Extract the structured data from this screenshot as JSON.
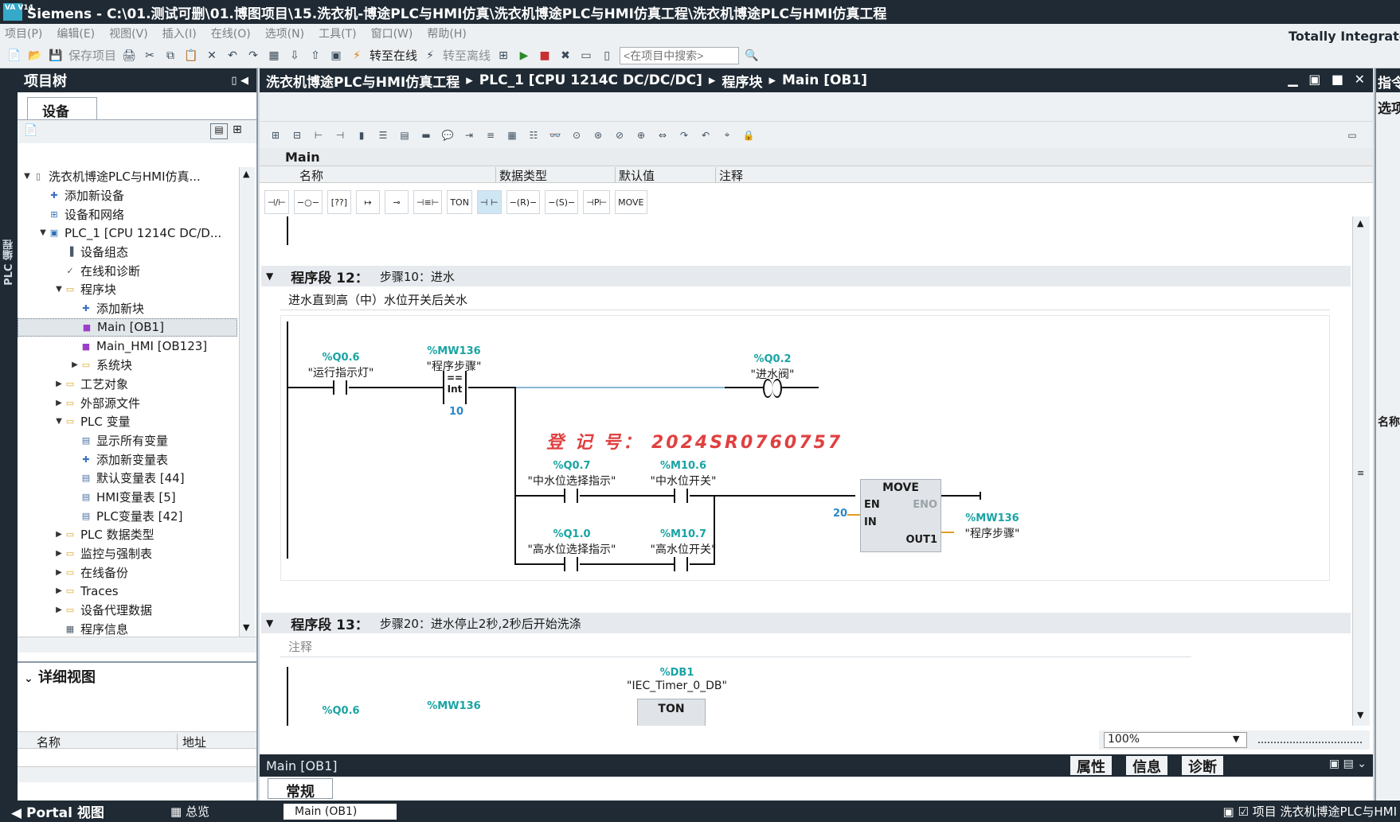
{
  "titlebar": {
    "logo": "VA V14",
    "title": "Siemens  -  C:\\01.测试可删\\01.博图项目\\15.洗衣机-博途PLC与HMI仿真\\洗衣机博途PLC与HMI仿真工程\\洗衣机博途PLC与HMI仿真工程"
  },
  "menu": [
    "项目(P)",
    "编辑(E)",
    "视图(V)",
    "插入(I)",
    "在线(O)",
    "选项(N)",
    "工具(T)",
    "窗口(W)",
    "帮助(H)"
  ],
  "brand": "Totally Integrated",
  "toolbar": {
    "save": "保存项目",
    "go_online": "转至在线",
    "go_offline": "转至离线",
    "search_placeholder": "<在项目中搜索>"
  },
  "left_vtab": "PLC 编程",
  "project_tree": {
    "title": "项目树",
    "tab": "设备",
    "items": [
      {
        "label": "洗衣机博途PLC与HMI仿真...",
        "indent": 0,
        "arrow": "▼",
        "icon": "project-icon"
      },
      {
        "label": "添加新设备",
        "indent": 1,
        "arrow": "",
        "icon": "add-device-icon"
      },
      {
        "label": "设备和网络",
        "indent": 1,
        "arrow": "",
        "icon": "network-icon"
      },
      {
        "label": "PLC_1 [CPU 1214C DC/D...",
        "indent": 1,
        "arrow": "▼",
        "icon": "plc-icon"
      },
      {
        "label": "设备组态",
        "indent": 2,
        "arrow": "",
        "icon": "device-config-icon"
      },
      {
        "label": "在线和诊断",
        "indent": 2,
        "arrow": "",
        "icon": "diagnostics-icon"
      },
      {
        "label": "程序块",
        "indent": 2,
        "arrow": "▼",
        "icon": "folder-icon"
      },
      {
        "label": "添加新块",
        "indent": 3,
        "arrow": "",
        "icon": "add-block-icon"
      },
      {
        "label": "Main [OB1]",
        "indent": 3,
        "arrow": "",
        "icon": "ob-block-icon",
        "selected": true
      },
      {
        "label": "Main_HMI [OB123]",
        "indent": 3,
        "arrow": "",
        "icon": "ob-block-icon"
      },
      {
        "label": "系统块",
        "indent": 3,
        "arrow": "▶",
        "icon": "folder-icon"
      },
      {
        "label": "工艺对象",
        "indent": 2,
        "arrow": "▶",
        "icon": "folder-icon"
      },
      {
        "label": "外部源文件",
        "indent": 2,
        "arrow": "▶",
        "icon": "folder-icon"
      },
      {
        "label": "PLC 变量",
        "indent": 2,
        "arrow": "▼",
        "icon": "folder-icon"
      },
      {
        "label": "显示所有变量",
        "indent": 3,
        "arrow": "",
        "icon": "tag-table-icon"
      },
      {
        "label": "添加新变量表",
        "indent": 3,
        "arrow": "",
        "icon": "add-tag-table-icon"
      },
      {
        "label": "默认变量表 [44]",
        "indent": 3,
        "arrow": "",
        "icon": "tag-table-icon"
      },
      {
        "label": "HMI变量表 [5]",
        "indent": 3,
        "arrow": "",
        "icon": "tag-table-icon"
      },
      {
        "label": "PLC变量表 [42]",
        "indent": 3,
        "arrow": "",
        "icon": "tag-table-icon"
      },
      {
        "label": "PLC 数据类型",
        "indent": 2,
        "arrow": "▶",
        "icon": "folder-icon"
      },
      {
        "label": "监控与强制表",
        "indent": 2,
        "arrow": "▶",
        "icon": "folder-icon"
      },
      {
        "label": "在线备份",
        "indent": 2,
        "arrow": "▶",
        "icon": "folder-icon"
      },
      {
        "label": "Traces",
        "indent": 2,
        "arrow": "▶",
        "icon": "folder-icon"
      },
      {
        "label": "设备代理数据",
        "indent": 2,
        "arrow": "▶",
        "icon": "folder-icon"
      },
      {
        "label": "程序信息",
        "indent": 2,
        "arrow": "",
        "icon": "program-info-icon"
      }
    ],
    "detail_title": "详细视图",
    "detail_cols": [
      "名称",
      "地址"
    ]
  },
  "editor": {
    "breadcrumb": [
      "洗衣机博途PLC与HMI仿真工程",
      "PLC_1 [CPU 1214C DC/DC/DC]",
      "程序块",
      "Main [OB1]"
    ],
    "block_name": "Main",
    "iface_cols": [
      "名称",
      "数据类型",
      "默认值",
      "注释"
    ],
    "instr_bar": [
      "⊣/⊢",
      "−○−",
      "[??]",
      "↦",
      "⊸",
      "⊣≡⊢",
      "TON",
      "⊣ ⊢",
      "−(R)−",
      "−(S)−",
      "⊣P⊢",
      "MOVE"
    ],
    "seg12": {
      "title": "程序段 12：",
      "subtitle": "步骤10：进水",
      "comment": "进水直到高（中）水位开关后关水"
    },
    "seg13": {
      "title": "程序段 13：",
      "subtitle": "步骤20：进水停止2秒,2秒后开始洗涤",
      "comment": "注释"
    },
    "rung": {
      "q06_addr": "%Q0.6",
      "q06_name": "\"运行指示灯\"",
      "mw136_addr": "%MW136",
      "mw136_name": "\"程序步骤\"",
      "cmp_op": "==",
      "cmp_type": "Int",
      "cmp_val": "10",
      "q02_addr": "%Q0.2",
      "q02_name": "\"进水阀\"",
      "q07_addr": "%Q0.7",
      "q07_name": "\"中水位选择指示\"",
      "m106_addr": "%M10.6",
      "m106_name": "\"中水位开关\"",
      "q10_addr": "%Q1.0",
      "q10_name": "\"高水位选择指示\"",
      "m107_addr": "%M10.7",
      "m107_name": "\"高水位开关\"",
      "move_title": "MOVE",
      "en": "EN",
      "eno": "ENO",
      "in": "IN",
      "out": "OUT1",
      "in_val": "20",
      "out_addr": "%MW136",
      "out_name": "\"程序步骤\""
    },
    "seg13rung": {
      "db_addr": "%DB1",
      "db_name": "\"IEC_Timer_0_DB\"",
      "ton": "TON",
      "q06_addr": "%Q0.6",
      "mw_addr": "%MW136"
    },
    "watermark": "登 记 号： 2024SR0760757",
    "zoom": "100%",
    "footer_title": "Main [OB1]",
    "footer_tabs": [
      "属性",
      "信息",
      "诊断"
    ],
    "general_tab": "常规"
  },
  "right_panel": {
    "title": "指令",
    "sub": "选项",
    "list": "名称"
  },
  "taskbar": {
    "portal": "Portal 视图",
    "overview": "总览",
    "main": "Main (OB1)",
    "project": "项目 洗衣机博途PLC与HMI"
  }
}
